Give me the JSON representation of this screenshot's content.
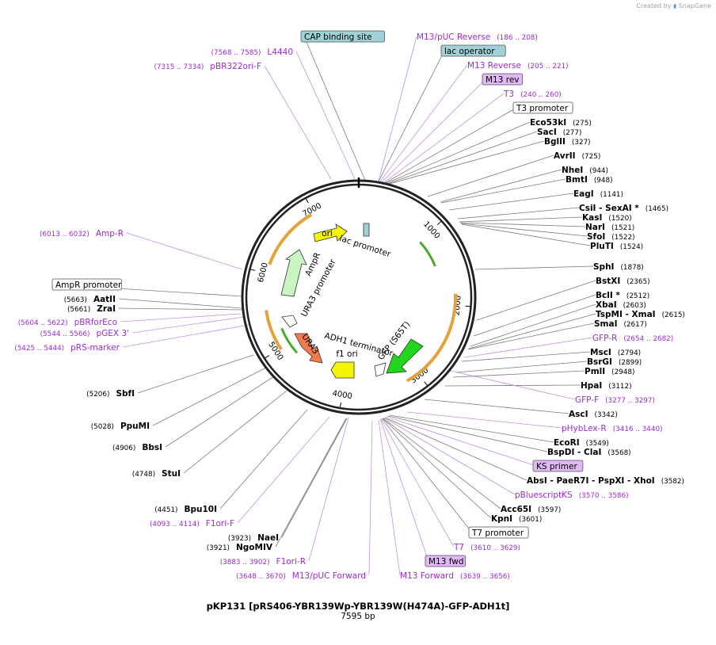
{
  "credit": {
    "prefix": "Created by",
    "brand": "SnapGene"
  },
  "plasmid": {
    "name": "pKP131 [pRS406-YBR139Wp-YBR139W(H474A)-GFP-ADH1t]",
    "length_label": "7595 bp",
    "length": 7595
  },
  "ticks": [
    "1000",
    "2000",
    "3000",
    "4000",
    "5000",
    "6000",
    "7000"
  ],
  "features": [
    {
      "name": "ori",
      "color": "#f5f500"
    },
    {
      "name": "lac promoter",
      "color": "#9fd1d6"
    },
    {
      "name": "AmpR",
      "color": "#c8f5c0"
    },
    {
      "name": "AmpR promoter",
      "color": "#ffffff"
    },
    {
      "name": "URA3 promoter",
      "color": "#ffffff"
    },
    {
      "name": "URA3",
      "color": "#f47a50"
    },
    {
      "name": "f1 ori",
      "color": "#f5f500"
    },
    {
      "name": "ADH1 terminator",
      "color": "#ffffff"
    },
    {
      "name": "GFP (S65T)",
      "color": "#22d61e"
    }
  ],
  "labels": [
    {
      "name": "CAP binding site",
      "box": "#9fd1d6",
      "side": "top"
    },
    {
      "name": "L4440",
      "range": "(7568 .. 7585)",
      "primer": true
    },
    {
      "name": "pBR322ori-F",
      "range": "(7315 .. 7334)",
      "primer": true
    },
    {
      "name": "M13/pUC Reverse",
      "range": "(186 .. 208)",
      "primer": true
    },
    {
      "name": "lac operator",
      "box": "#9fd1d6"
    },
    {
      "name": "M13 Reverse",
      "range": "(205 .. 221)",
      "primer": true
    },
    {
      "name": "M13 rev",
      "box": "#e1b8f5",
      "primer": true
    },
    {
      "name": "T3",
      "range": "(240 .. 260)",
      "primer": true
    },
    {
      "name": "T3 promoter",
      "box": "#ffffff"
    },
    {
      "name": "Eco53kI",
      "pos": "(275)"
    },
    {
      "name": "SacI",
      "pos": "(277)"
    },
    {
      "name": "BglII",
      "pos": "(327)"
    },
    {
      "name": "AvrII",
      "pos": "(725)"
    },
    {
      "name": "NheI",
      "pos": "(944)"
    },
    {
      "name": "BmtI",
      "pos": "(948)"
    },
    {
      "name": "EagI",
      "pos": "(1141)"
    },
    {
      "name": "CsiI - SexAI *",
      "pos": "(1465)"
    },
    {
      "name": "KasI",
      "pos": "(1520)"
    },
    {
      "name": "NarI",
      "pos": "(1521)"
    },
    {
      "name": "SfoI",
      "pos": "(1522)"
    },
    {
      "name": "PluTI",
      "pos": "(1524)"
    },
    {
      "name": "SphI",
      "pos": "(1878)"
    },
    {
      "name": "BstXI",
      "pos": "(2365)"
    },
    {
      "name": "BclI *",
      "pos": "(2512)"
    },
    {
      "name": "XbaI",
      "pos": "(2603)"
    },
    {
      "name": "TspMI - XmaI",
      "pos": "(2615)"
    },
    {
      "name": "SmaI",
      "pos": "(2617)"
    },
    {
      "name": "GFP-R",
      "range": "(2654 .. 2682)",
      "primer": true
    },
    {
      "name": "MscI",
      "pos": "(2794)"
    },
    {
      "name": "BsrGI",
      "pos": "(2899)"
    },
    {
      "name": "PmlI",
      "pos": "(2948)"
    },
    {
      "name": "HpaI",
      "pos": "(3112)"
    },
    {
      "name": "GFP-F",
      "range": "(3277 .. 3297)",
      "primer": true
    },
    {
      "name": "AscI",
      "pos": "(3342)"
    },
    {
      "name": "pHybLex-R",
      "range": "(3416 .. 3440)",
      "primer": true
    },
    {
      "name": "EcoRI",
      "pos": "(3549)"
    },
    {
      "name": "BspDI - ClaI",
      "pos": "(3568)"
    },
    {
      "name": "KS primer",
      "box": "#e1b8f5",
      "primer": true
    },
    {
      "name": "AbsI - PaeR7I - PspXI - XhoI",
      "pos": "(3582)"
    },
    {
      "name": "pBluescriptKS",
      "range": "(3570 .. 3586)",
      "primer": true
    },
    {
      "name": "Acc65I",
      "pos": "(3597)"
    },
    {
      "name": "KpnI",
      "pos": "(3601)"
    },
    {
      "name": "T7 promoter",
      "box": "#ffffff"
    },
    {
      "name": "T7",
      "range": "(3610 .. 3629)",
      "primer": true
    },
    {
      "name": "M13 fwd",
      "box": "#e1b8f5",
      "primer": true
    },
    {
      "name": "M13 Forward",
      "range": "(3639 .. 3656)",
      "primer": true
    },
    {
      "name": "M13/pUC Forward",
      "range": "(3648 .. 3670)",
      "primer": true
    },
    {
      "name": "F1ori-R",
      "range": "(3883 .. 3902)",
      "primer": true
    },
    {
      "name": "NgoMIV",
      "pos": "(3921)"
    },
    {
      "name": "NaeI",
      "pos": "(3923)"
    },
    {
      "name": "F1ori-F",
      "range": "(4093 .. 4114)",
      "primer": true
    },
    {
      "name": "Bpu10I",
      "pos": "(4451)"
    },
    {
      "name": "StuI",
      "pos": "(4748)"
    },
    {
      "name": "BbsI",
      "pos": "(4906)"
    },
    {
      "name": "PpuMI",
      "pos": "(5028)"
    },
    {
      "name": "SbfI",
      "pos": "(5206)"
    },
    {
      "name": "pRS-marker",
      "range": "(5425 .. 5444)",
      "primer": true
    },
    {
      "name": "pGEX 3'",
      "range": "(5544 .. 5566)",
      "primer": true
    },
    {
      "name": "pBRforEco",
      "range": "(5604 .. 5622)",
      "primer": true
    },
    {
      "name": "ZraI",
      "pos": "(5661)"
    },
    {
      "name": "AatII",
      "pos": "(5663)"
    },
    {
      "name": "AmpR promoter",
      "box": "#ffffff"
    },
    {
      "name": "Amp-R",
      "range": "(6013 .. 6032)",
      "primer": true
    }
  ],
  "colors": {
    "primer": "#9b2bd0",
    "enzyme": "#000000",
    "leader": "#7a7a7a",
    "backbone": "#222222",
    "orf_line": "#e4a23a",
    "prom_line": "#4aaa2a"
  }
}
